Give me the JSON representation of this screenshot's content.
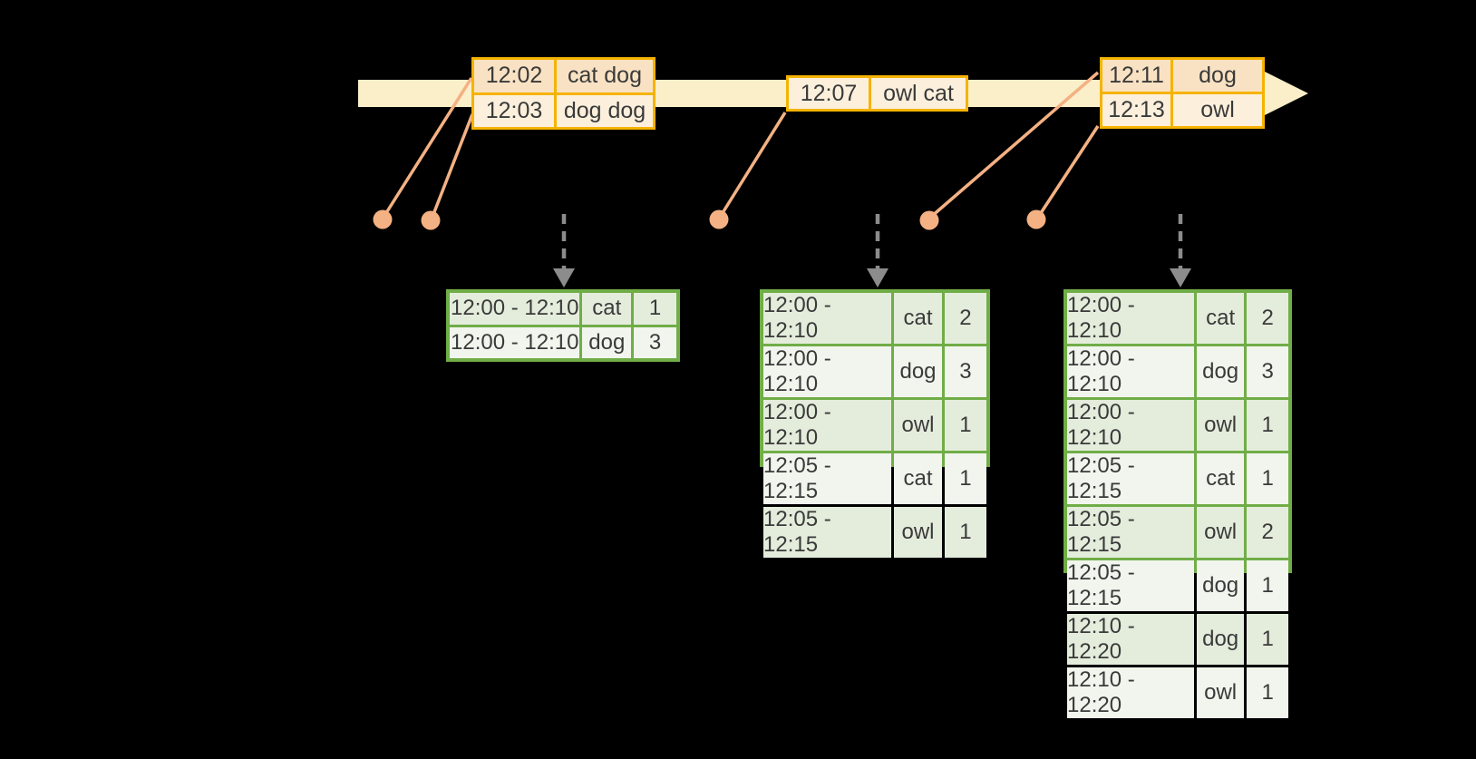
{
  "colors": {
    "background": "#000000",
    "timeline_band": "#FAEFC8",
    "event_box_border": "#F5B301",
    "event_row_peach": "#F9E2C3",
    "event_row_cream": "#FCF0DC",
    "connector_orange": "#F4B183",
    "result_table_border": "#70AD47",
    "result_row_dark": "#E4EDDC",
    "result_row_light": "#F1F5ED",
    "trigger_arrow_gray": "#8C8C8C",
    "text": "#3A3A3A"
  },
  "stream": {
    "batches": [
      {
        "rows": [
          {
            "time": "12:02",
            "words": "cat dog"
          },
          {
            "time": "12:03",
            "words": "dog dog"
          }
        ]
      },
      {
        "rows": [
          {
            "time": "12:07",
            "words": "owl cat"
          }
        ]
      },
      {
        "rows": [
          {
            "time": "12:11",
            "words": "dog"
          },
          {
            "time": "12:13",
            "words": "owl"
          }
        ]
      }
    ]
  },
  "result_tables": [
    {
      "rows": [
        {
          "window": "12:00 - 12:10",
          "word": "cat",
          "count": "1"
        },
        {
          "window": "12:00 - 12:10",
          "word": "dog",
          "count": "3"
        }
      ]
    },
    {
      "rows": [
        {
          "window": "12:00 - 12:10",
          "word": "cat",
          "count": "2"
        },
        {
          "window": "12:00 - 12:10",
          "word": "dog",
          "count": "3"
        },
        {
          "window": "12:00 - 12:10",
          "word": "owl",
          "count": "1"
        },
        {
          "window": "12:05 - 12:15",
          "word": "cat",
          "count": "1"
        },
        {
          "window": "12:05 - 12:15",
          "word": "owl",
          "count": "1"
        }
      ]
    },
    {
      "rows": [
        {
          "window": "12:00 - 12:10",
          "word": "cat",
          "count": "2"
        },
        {
          "window": "12:00 - 12:10",
          "word": "dog",
          "count": "3"
        },
        {
          "window": "12:00 - 12:10",
          "word": "owl",
          "count": "1"
        },
        {
          "window": "12:05 - 12:15",
          "word": "cat",
          "count": "1"
        },
        {
          "window": "12:05 - 12:15",
          "word": "owl",
          "count": "2"
        },
        {
          "window": "12:05 - 12:15",
          "word": "dog",
          "count": "1"
        },
        {
          "window": "12:10 - 12:20",
          "word": "dog",
          "count": "1"
        },
        {
          "window": "12:10 - 12:20",
          "word": "owl",
          "count": "1"
        }
      ]
    }
  ]
}
